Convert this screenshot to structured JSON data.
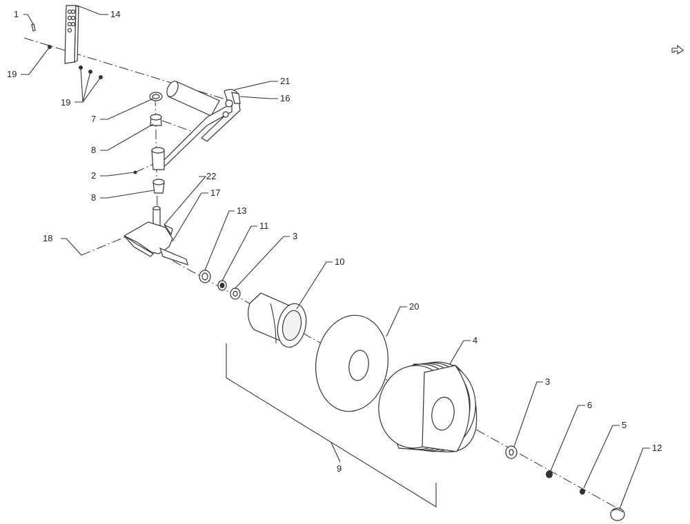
{
  "callouts": {
    "c1": "1",
    "c14": "14",
    "c19a": "19",
    "c19b": "19",
    "c7": "7",
    "c21": "21",
    "c16": "16",
    "c8a": "8",
    "c2": "2",
    "c8b": "8",
    "c22": "22",
    "c17": "17",
    "c13": "13",
    "c11": "11",
    "c3a": "3",
    "c18": "18",
    "c10": "10",
    "c20": "20",
    "c4": "4",
    "c3b": "3",
    "c6": "6",
    "c5": "5",
    "c12": "12",
    "c9": "9"
  },
  "icons": {
    "top_right": "return-arrow-icon"
  }
}
